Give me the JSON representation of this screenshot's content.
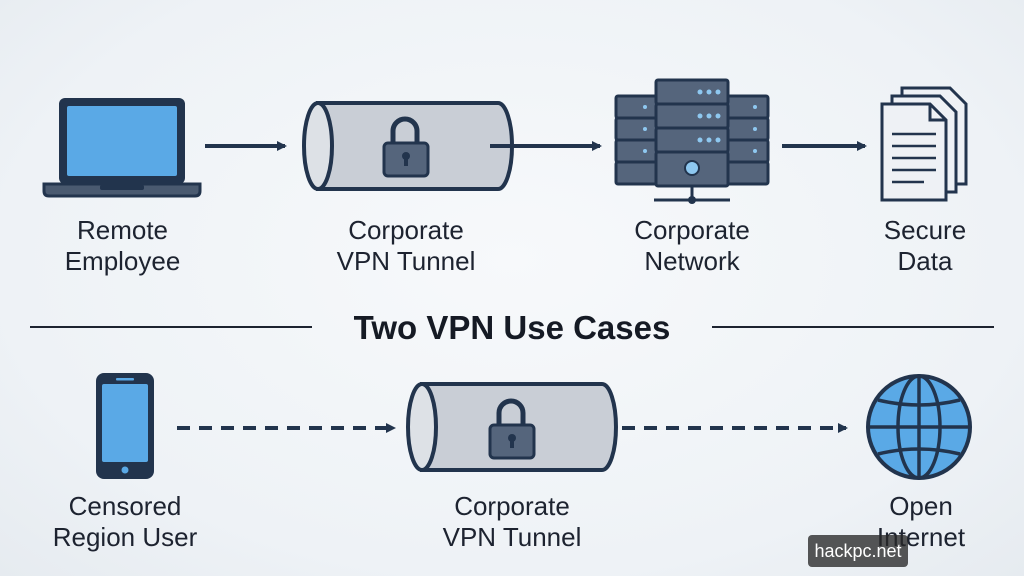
{
  "title": "Two VPN Use Cases",
  "top_row": {
    "employee": {
      "line1": "Remote",
      "line2": "Employee"
    },
    "tunnel": {
      "line1": "Corporate",
      "line2": "VPN Tunnel"
    },
    "network": {
      "line1": "Corporate",
      "line2": "Network"
    },
    "data": {
      "line1": "Secure",
      "line2": "Data"
    }
  },
  "bottom_row": {
    "user": {
      "line1": "Censored",
      "line2": "Region User"
    },
    "tunnel": {
      "line1": "Corporate",
      "line2": "VPN Tunnel"
    },
    "internet": {
      "line1": "Open",
      "line2": "Internet"
    }
  },
  "watermark": "hackpc.net",
  "colors": {
    "navy": "#22344d",
    "screen_blue": "#5aa9e6",
    "tunnel_gray": "#c9ced6",
    "server_slate": "#55657c",
    "server_light": "#8ec8f0",
    "document": "#eef1f5"
  },
  "icons": [
    "laptop-icon",
    "tunnel-icon",
    "padlock-icon",
    "server-rack-icon",
    "documents-icon",
    "smartphone-icon",
    "globe-icon"
  ]
}
